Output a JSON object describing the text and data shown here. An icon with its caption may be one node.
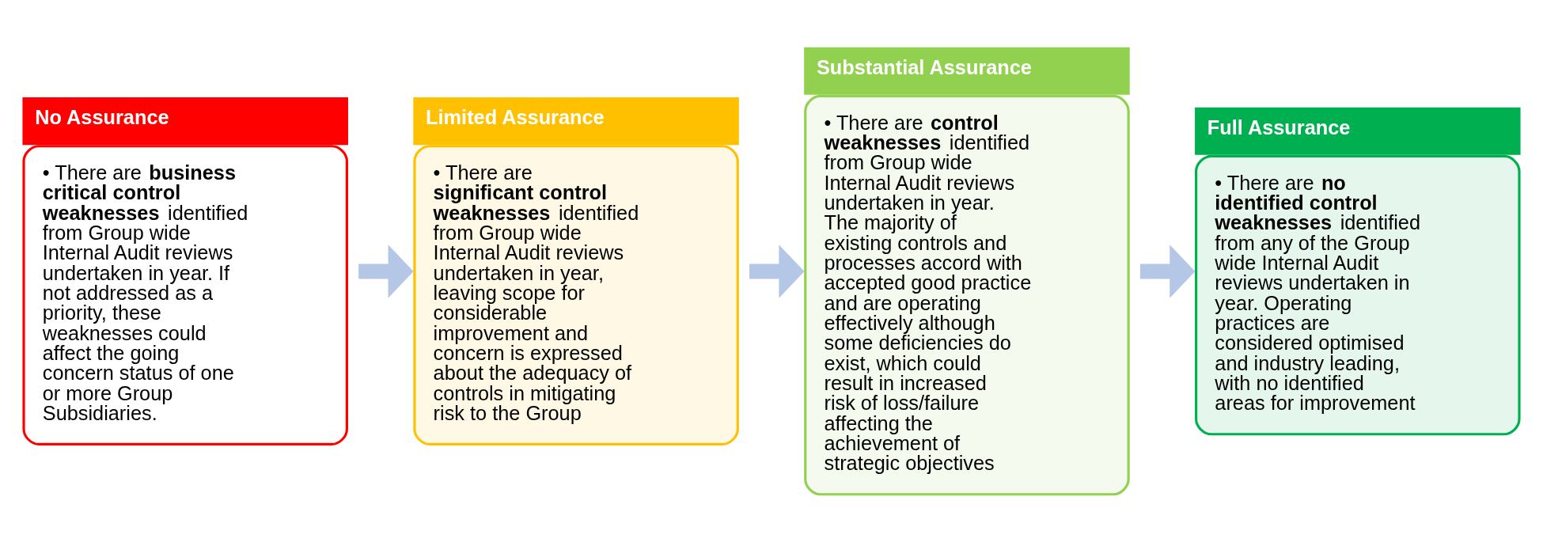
{
  "diagram": {
    "nodes": [
      {
        "text": [
          "No Assurance",
          "• There are **business critical control weaknesses** identified from Group wide Internal Audit reviews undertaken in year. If not addressed as a priority, these weaknesses could affect the going concern status of one or more Group Subsidiaries."
        ]
      },
      {
        "text": [
          "Limited Assurance",
          "• There are **significant control weaknesses** identified from Group wide Internal Audit reviews undertaken in year, leaving scope for considerable improvement and concern is expressed about the adequacy of controls in mitigating risk to the Group"
        ]
      },
      {
        "text": [
          "Substantial Assurance",
          "• There are **control weaknesses** identified from Group wide Internal Audit reviews undertaken in year. The majority of existing controls and processes accord with accepted good practice and are operating effectively although some deficiencies do exist, which could result in increased risk of loss/failure affecting the achievement of strategic objectives"
        ]
      },
      {
        "text": [
          "Full Assurance",
          "• There are **no identified control weaknesses** identified from any of the Group wide Internal Audit reviews undertaken in year. Operating practices are considered optimised and industry leading, with no identified areas for improvement"
        ]
      }
    ],
    "edges": [
      {
        "from": 0,
        "to": 1,
        "arrow": "to"
      },
      {
        "from": 1,
        "to": 2,
        "arrow": "to"
      },
      {
        "from": 2,
        "to": 3,
        "arrow": "to"
      }
    ]
  }
}
